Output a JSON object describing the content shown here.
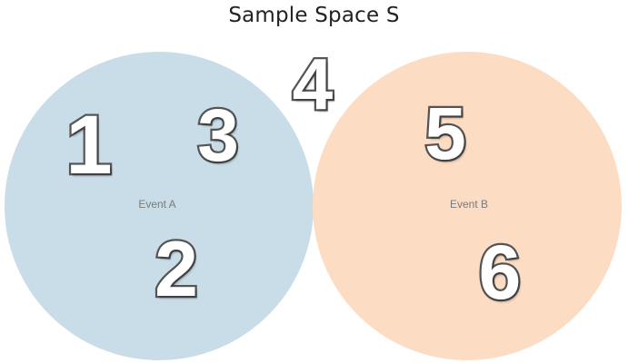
{
  "title": "Sample Space S",
  "events": {
    "a": {
      "label": "Event A",
      "color": "#c9dde9"
    },
    "b": {
      "label": "Event B",
      "color": "#fddcc4"
    }
  },
  "outcomes": {
    "in_a": [
      "1",
      "2",
      "3"
    ],
    "in_b": [
      "5",
      "6"
    ],
    "outside": [
      "4"
    ]
  }
}
